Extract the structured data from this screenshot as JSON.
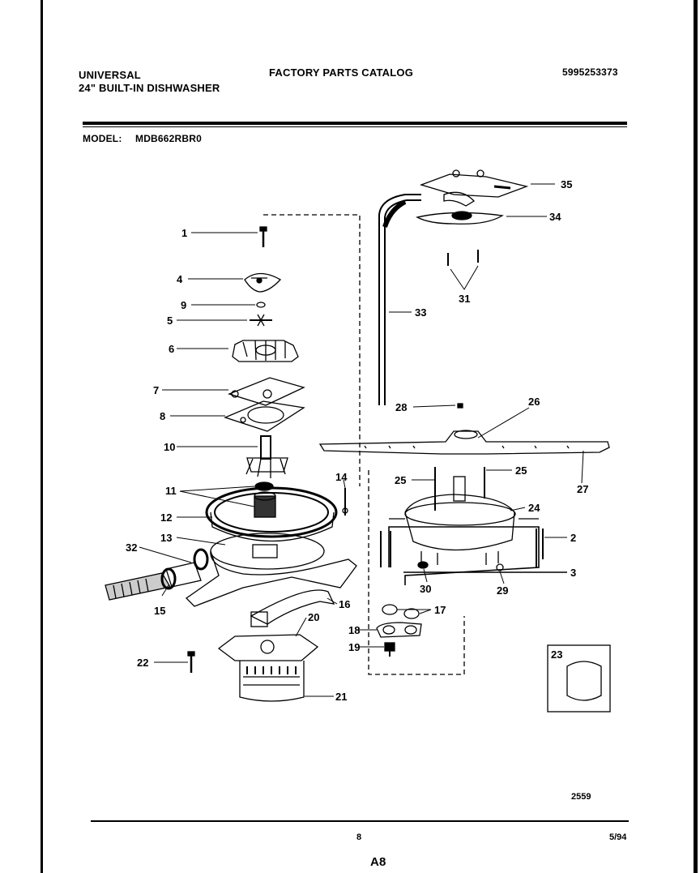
{
  "header": {
    "brand": "UNIVERSAL",
    "product": "24\" BUILT-IN DISHWASHER",
    "catalog_title": "FACTORY PARTS CATALOG",
    "catalog_number": "5995253373",
    "model_label": "MODEL:",
    "model_value": "MDB662RBR0"
  },
  "callouts": {
    "1": "1",
    "2": "2",
    "3": "3",
    "4": "4",
    "5": "5",
    "6": "6",
    "7": "7",
    "8": "8",
    "9": "9",
    "10": "10",
    "11": "11",
    "12": "12",
    "13": "13",
    "14": "14",
    "15": "15",
    "16": "16",
    "17": "17",
    "18": "18",
    "19": "19",
    "20": "20",
    "21": "21",
    "22": "22",
    "23": "23",
    "24": "24",
    "25a": "25",
    "25b": "25",
    "26": "26",
    "27": "27",
    "28": "28",
    "29": "29",
    "30": "30",
    "31": "31",
    "32": "32",
    "33": "33",
    "34": "34",
    "35": "35"
  },
  "footer": {
    "figure_code": "2559",
    "page_number": "8",
    "date": "5/94",
    "section": "A8"
  }
}
